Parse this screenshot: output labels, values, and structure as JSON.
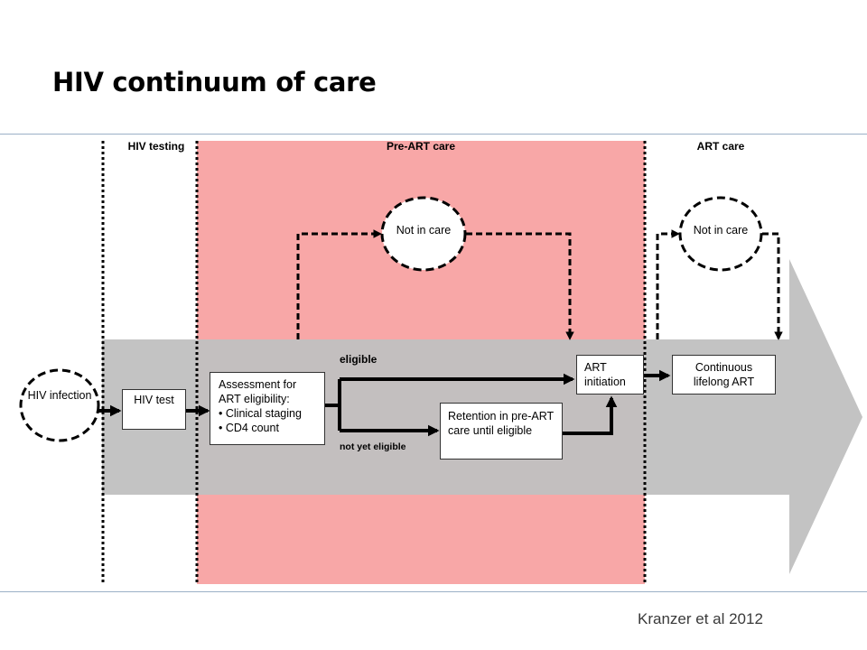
{
  "title": "HIV continuum of care",
  "phases": {
    "hiv_testing": "HIV testing",
    "pre_art": "Pre-ART care",
    "art": "ART care"
  },
  "nodes": {
    "hiv_infection": "HIV infection",
    "hiv_test": "HIV test",
    "assessment_title": "Assessment for ART eligibility:",
    "assessment_items": [
      "Clinical staging",
      "CD4 count"
    ],
    "retention": "Retention in pre-ART care until eligible",
    "art_initiation": "ART initiation",
    "continuous_art": "Continuous lifelong ART",
    "not_in_care_pre": "Not in care",
    "not_in_care_art": "Not in care"
  },
  "edge_labels": {
    "eligible": "eligible",
    "not_yet_eligible": "not yet eligible"
  },
  "citation": "Kranzer et al 2012",
  "colors": {
    "pre_art_band": "#f8a7a7",
    "flow_arrow": "#c0c0c0",
    "rule": "#9bb0c6"
  }
}
